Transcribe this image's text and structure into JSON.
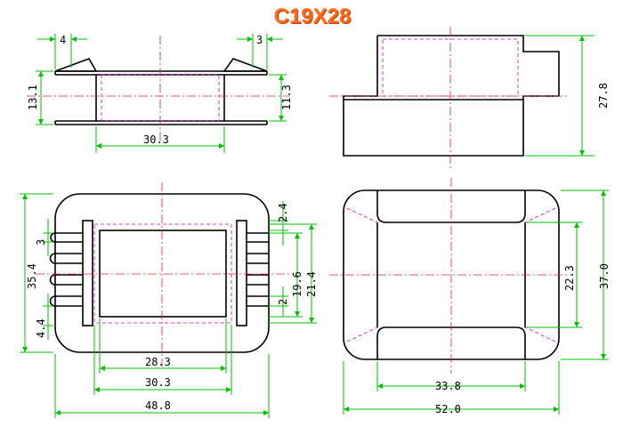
{
  "title": "C19X28",
  "colors": {
    "outline": "#000000",
    "dimension": "#00c000",
    "centerline": "#e0203a",
    "hidden": "#d000d0",
    "title": "#ff6a1a"
  },
  "views": {
    "side_left": {
      "dims": {
        "top_left": "4",
        "top_right": "3",
        "height_left": "13.1",
        "height_right": "11.3",
        "width": "30.3"
      }
    },
    "side_right": {
      "dims": {
        "height": "27.8"
      }
    },
    "front": {
      "dims": {
        "height_total": "35.4",
        "pin_pitch": "3",
        "pin_bottom": "4.4",
        "inner_top": "2.4",
        "window_height": "19.6",
        "inner_height": "21.4",
        "pin_width": "2",
        "window_width": "28.3",
        "inner_width": "30.3",
        "total_width": "48.8"
      }
    },
    "top": {
      "dims": {
        "inner_height": "22.3",
        "total_height": "37.0",
        "inner_width": "33.8",
        "total_width": "52.0"
      }
    }
  }
}
